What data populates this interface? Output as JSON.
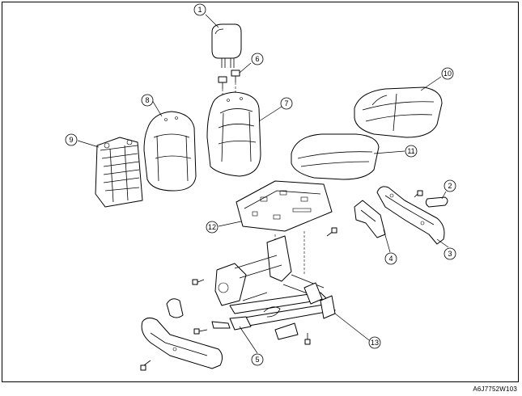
{
  "figure_code": "A6J7752W103",
  "callouts": [
    "1",
    "2",
    "3",
    "4",
    "5",
    "6",
    "7",
    "8",
    "9",
    "10",
    "11",
    "12",
    "13"
  ]
}
